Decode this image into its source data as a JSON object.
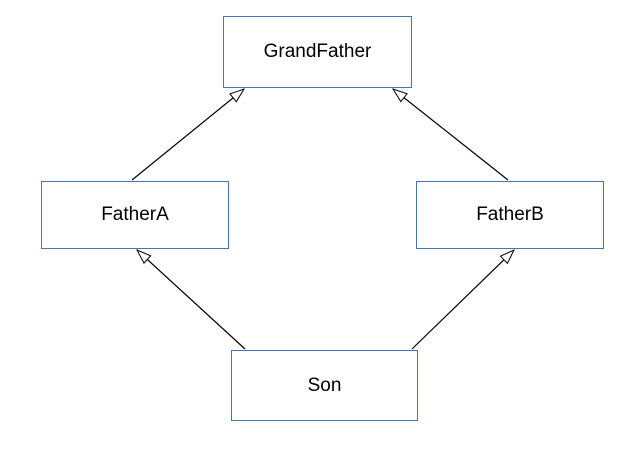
{
  "diagram": {
    "type": "class-inheritance-diamond",
    "background_color": "#ffffff",
    "node_style": {
      "fill": "#ffffff",
      "border_color": "#4576b2",
      "text_color": "#000000"
    },
    "edge_style": {
      "line_color": "#000000",
      "arrowhead": "hollow-open-triangle",
      "arrowhead_fill": "#ffffff"
    },
    "nodes": [
      {
        "id": "grandfather",
        "label": "GrandFather"
      },
      {
        "id": "fatherA",
        "label": "FatherA"
      },
      {
        "id": "fatherB",
        "label": "FatherB"
      },
      {
        "id": "son",
        "label": "Son"
      }
    ],
    "edges": [
      {
        "from": "FatherA",
        "to": "GrandFather"
      },
      {
        "from": "FatherB",
        "to": "GrandFather"
      },
      {
        "from": "Son",
        "to": "FatherA"
      },
      {
        "from": "Son",
        "to": "FatherB"
      }
    ]
  }
}
